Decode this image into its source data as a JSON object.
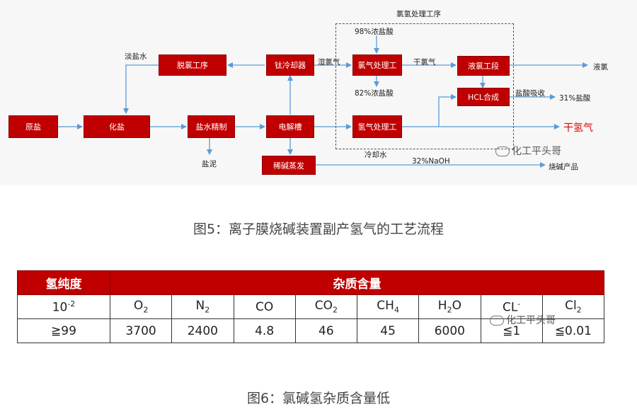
{
  "diagram": {
    "group_label": "氯氢处理工序",
    "nodes": {
      "raw_salt": "原盐",
      "dissolve_salt": "化盐",
      "brine_refine": "盐水精制",
      "electrolyzer": "电解槽",
      "dechlorination": "脱氯工序",
      "ti_cooler": "钛冷却器",
      "cl_treatment": "氯气处理工",
      "liquid_cl": "液氯工段",
      "hcl_synthesis": "HCL合成",
      "h2_treatment": "氢气处理工",
      "naoh_evap": "稀碱蒸发"
    },
    "labels": {
      "dilute_brine": "淡盐水",
      "wet_cl": "湿氯气",
      "hcl98": "98%浓盐酸",
      "hcl82": "82%浓盐酸",
      "dry_cl": "干氯气",
      "liquid_cl_out": "液氯",
      "hcl_absorb": "盐酸吸收",
      "hcl31": "31%盐酸",
      "h2_out": "干氢气",
      "cooling_water": "冷却水",
      "naoh32": "32%NaOH",
      "caustic_product": "烧碱产品",
      "salt_mud": "盐泥"
    },
    "caption": "图5：离子膜烧碱装置副产氢气的工艺流程"
  },
  "table": {
    "purity_header": "氢纯度",
    "impurity_header": "杂质含量",
    "unit_cell": "10",
    "unit_exp": "-2",
    "columns": [
      {
        "base": "O",
        "sub": "2",
        "sup": ""
      },
      {
        "base": "N",
        "sub": "2",
        "sup": ""
      },
      {
        "base": "CO",
        "sub": "",
        "sup": ""
      },
      {
        "base": "CO",
        "sub": "2",
        "sup": ""
      },
      {
        "base": "CH",
        "sub": "4",
        "sup": ""
      },
      {
        "base": "H",
        "sub": "2",
        "sup": "",
        "tail": "O"
      },
      {
        "base": "CL",
        "sub": "",
        "sup": "-"
      },
      {
        "base": "Cl",
        "sub": "2",
        "sup": ""
      }
    ],
    "purity_value": "≧99",
    "values": [
      "3700",
      "2400",
      "4.8",
      "46",
      "45",
      "6000",
      "≦1",
      "≦0.01"
    ],
    "caption": "图6：氯碱氢杂质含量低"
  },
  "watermark": "化工平头哥",
  "colors": {
    "node_fill": "#c00000",
    "arrow": "#5b9bd5",
    "h2_text": "#e00000"
  }
}
